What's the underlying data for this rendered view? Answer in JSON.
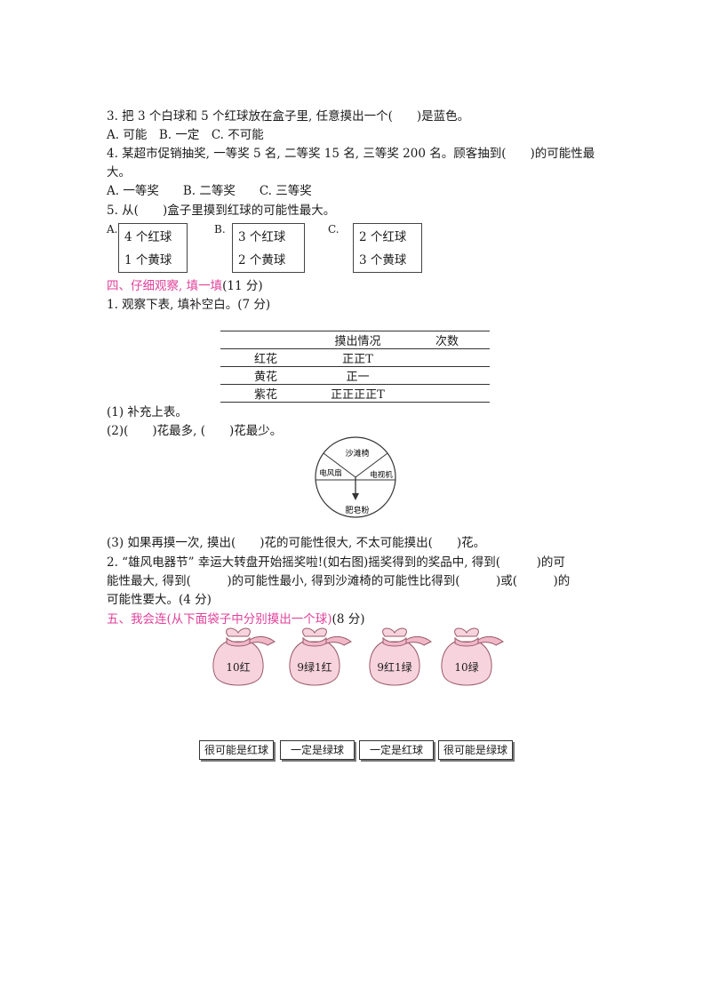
{
  "q3": {
    "text": "3. 把 3 个白球和 5 个红球放在盒子里, 任意摸出一个(　　)是蓝色。",
    "options": "A. 可能　B. 一定　C. 不可能"
  },
  "q4": {
    "text_line1": "4. 某超市促销抽奖, 一等奖 5 名, 二等奖 15 名, 三等奖 200 名。顾客抽到(　　)的可能性最",
    "text_line2": "大。",
    "options": "A. 一等奖　　B. 二等奖　　C. 三等奖"
  },
  "q5": {
    "text": "5. 从(　　)盒子里摸到红球的可能性最大。",
    "boxes": [
      {
        "label": "A.",
        "line1": "4 个红球",
        "line2": "1 个黄球"
      },
      {
        "label": "B.",
        "line1": "3 个红球",
        "line2": "2 个黄球"
      },
      {
        "label": "C.",
        "line1": "2 个红球",
        "line2": "3 个黄球"
      }
    ]
  },
  "section4": {
    "heading": "四、仔细观察, 填一填",
    "points": "(11 分)",
    "q1": "1. 观察下表, 填补空白。(7 分)",
    "table": {
      "header": [
        "",
        "摸出情况",
        "次数"
      ],
      "rows": [
        {
          "flower": "红花",
          "tally": "正正T",
          "count": ""
        },
        {
          "flower": "黄花",
          "tally": "正一",
          "count": ""
        },
        {
          "flower": "紫花",
          "tally": "正正正正T",
          "count": ""
        }
      ]
    },
    "sub1": "(1) 补充上表。",
    "sub2": "(2)(　　)花最多, (　　)花最少。",
    "spinner_labels": [
      "沙滩椅",
      "电风扇",
      "电视机",
      "肥皂粉"
    ],
    "sub3": "(3) 如果再摸一次, 摸出(　　)花的可能性很大, 不太可能摸出(　　)花。",
    "q2_line1": "2. “雄风电器节” 幸运大转盘开始摇奖啦!(如右图)摇奖得到的奖品中, 得到(　　　)的可",
    "q2_line2": "能性最大, 得到(　　　)的可能性最小, 得到沙滩椅的可能性比得到(　　　)或(　　　)的",
    "q2_line3": "可能性要大。(4 分)"
  },
  "section5": {
    "heading": "五、我会连(从下面袋子中分别摸出一个球)",
    "points": "(8 分)",
    "bags": [
      "10红",
      "9绿1红",
      "9红1绿",
      "10绿"
    ],
    "cards": [
      "很可能是红球",
      "一定是绿球",
      "一定是红球",
      "很可能是绿球"
    ]
  },
  "colors": {
    "section_heading": "#e0409a",
    "bag_fill": "#f7d3de",
    "bag_stroke": "#9a5a6a"
  }
}
